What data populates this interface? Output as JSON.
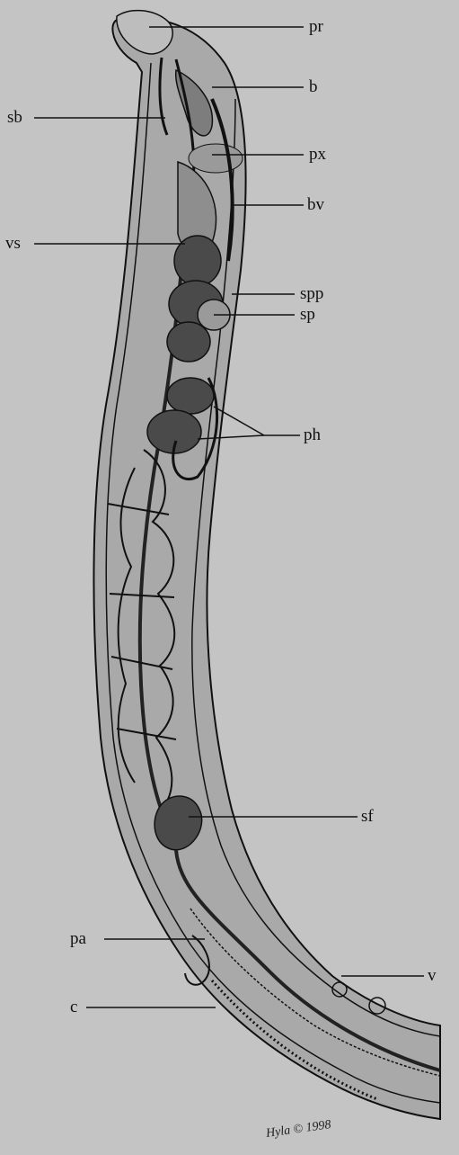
{
  "labels": {
    "pr": "pr",
    "b": "b",
    "sb": "sb",
    "px": "px",
    "bv": "bv",
    "vs": "vs",
    "spp": "spp",
    "sp": "sp",
    "ph": "ph",
    "sf": "sf",
    "pa": "pa",
    "v": "v",
    "c": "c"
  },
  "signature": "Hyla © 1998",
  "colors": {
    "background": "#c4c4c4",
    "body_fill": "#a9a9a9",
    "organ_fill": "#7d7d7d",
    "organ_dark": "#4a4a4a",
    "line": "#111111"
  }
}
